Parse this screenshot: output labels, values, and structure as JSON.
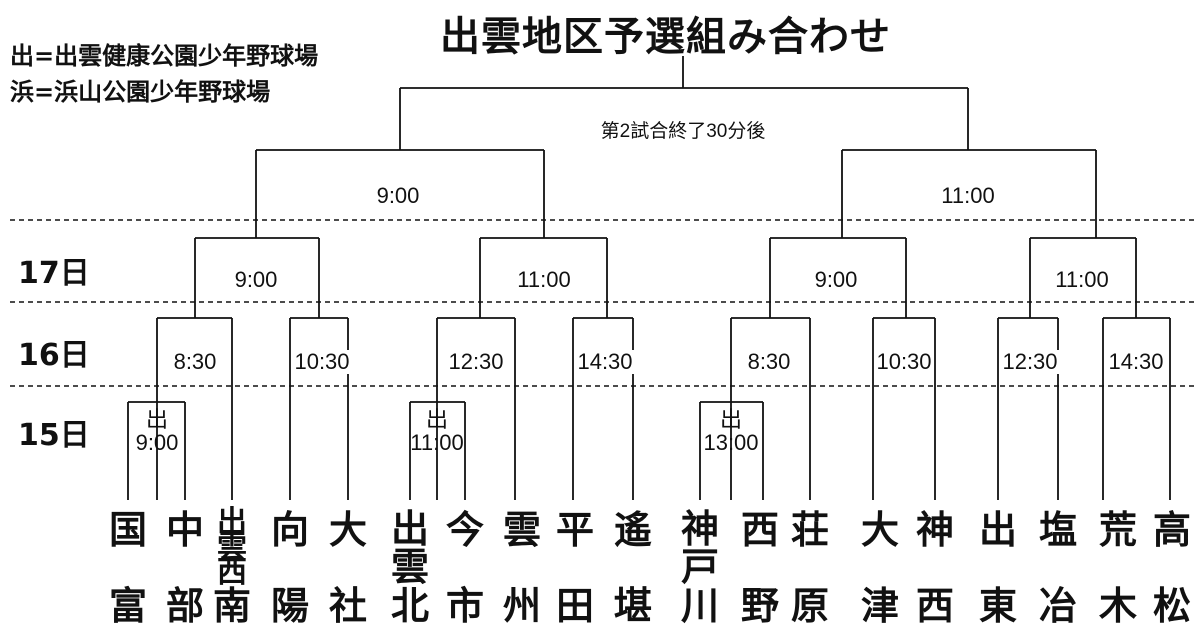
{
  "title": "出雲地区予選組み合わせ",
  "legend": [
    "出=出雲健康公園少年野球場",
    "浜=浜山公園少年野球場"
  ],
  "days": [
    "17日",
    "16日",
    "15日"
  ],
  "times": {
    "final_note": "第2試合終了30分後",
    "semi_left": "9:00",
    "semi_right": "11:00",
    "q1": "9:00",
    "q2": "11:00",
    "q3": "9:00",
    "q4": "11:00",
    "r1": "8:30",
    "r2": "10:30",
    "r3": "12:30",
    "r4": "14:30",
    "r5": "8:30",
    "r6": "10:30",
    "r7": "12:30",
    "r8": "14:30"
  },
  "prelims": [
    {
      "venue": "出",
      "time": "9:00"
    },
    {
      "venue": "出",
      "time": "11:00"
    },
    {
      "venue": "出",
      "time": "13:00"
    }
  ],
  "teams": [
    {
      "top": "国",
      "bottom": "富"
    },
    {
      "top": "中",
      "bottom": "部"
    },
    {
      "top": "出雲西",
      "bottom": "南"
    },
    {
      "top": "向",
      "bottom": "陽"
    },
    {
      "top": "大",
      "bottom": "社"
    },
    {
      "top": "出雲",
      "bottom": "北"
    },
    {
      "top": "今",
      "bottom": "市"
    },
    {
      "top": "雲",
      "bottom": "州"
    },
    {
      "top": "平",
      "bottom": "田"
    },
    {
      "top": "遙",
      "bottom": "堪"
    },
    {
      "top": "神戸",
      "bottom": "川"
    },
    {
      "top": "西",
      "bottom": "野"
    },
    {
      "top": "荘",
      "bottom": "原"
    },
    {
      "top": "大",
      "bottom": "津"
    },
    {
      "top": "神",
      "bottom": "西"
    },
    {
      "top": "出",
      "bottom": "東"
    },
    {
      "top": "塩",
      "bottom": "冶"
    },
    {
      "top": "荒",
      "bottom": "木"
    },
    {
      "top": "高",
      "bottom": "松"
    }
  ]
}
